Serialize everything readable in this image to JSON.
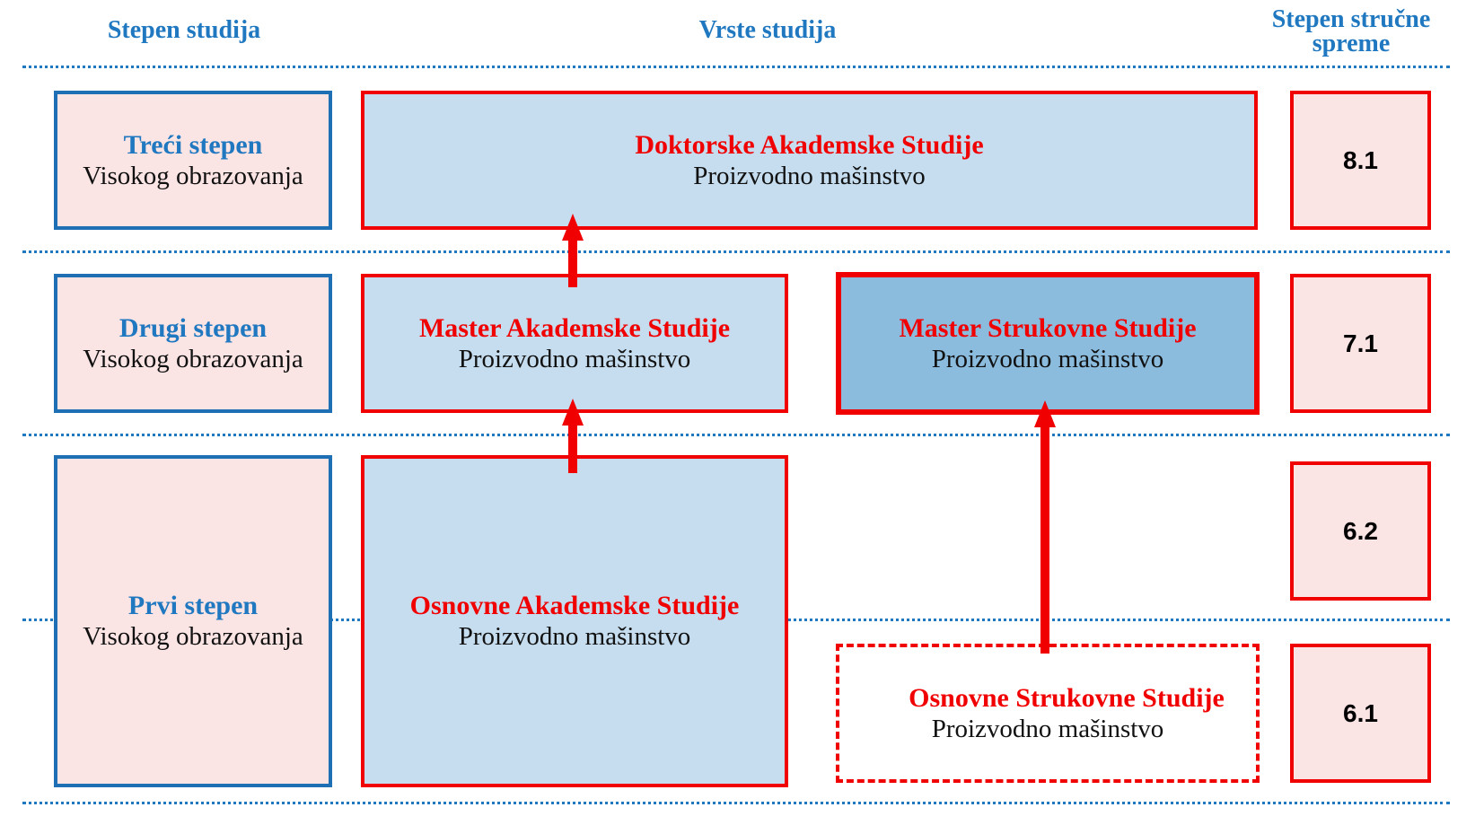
{
  "headers": {
    "col_level": "Stepen studija",
    "col_types": "Vrste studija",
    "col_grade_line1": "Stepen stručne",
    "col_grade_line2": "spreme"
  },
  "levels": [
    {
      "title": "Treći stepen",
      "subtitle": "Visokog obrazovanja"
    },
    {
      "title": "Drugi stepen",
      "subtitle": "Visokog obrazovanja"
    },
    {
      "title": "Prvi stepen",
      "subtitle": "Visokog obrazovanja"
    }
  ],
  "studies": {
    "doctoral": {
      "title": "Doktorske Akademske Studije",
      "subtitle": "Proizvodno mašinstvo"
    },
    "master_academic": {
      "title": "Master Akademske Studije",
      "subtitle": "Proizvodno mašinstvo"
    },
    "master_professional": {
      "title": "Master Strukovne Studije",
      "subtitle": "Proizvodno mašinstvo"
    },
    "basic_academic": {
      "title": "Osnovne Akademske Studije",
      "subtitle": "Proizvodno mašinstvo"
    },
    "basic_professional": {
      "title": "Osnovne Strukovne Studije",
      "subtitle": "Proizvodno mašinstvo"
    }
  },
  "grades": [
    "8.1",
    "7.1",
    "6.2",
    "6.1"
  ],
  "colors": {
    "blue_text": "#1f78c0",
    "red": "#f00000",
    "level_fill": "#fbe4e4",
    "study_fill": "#c5ddef",
    "highlight_fill": "#8bbcde"
  }
}
